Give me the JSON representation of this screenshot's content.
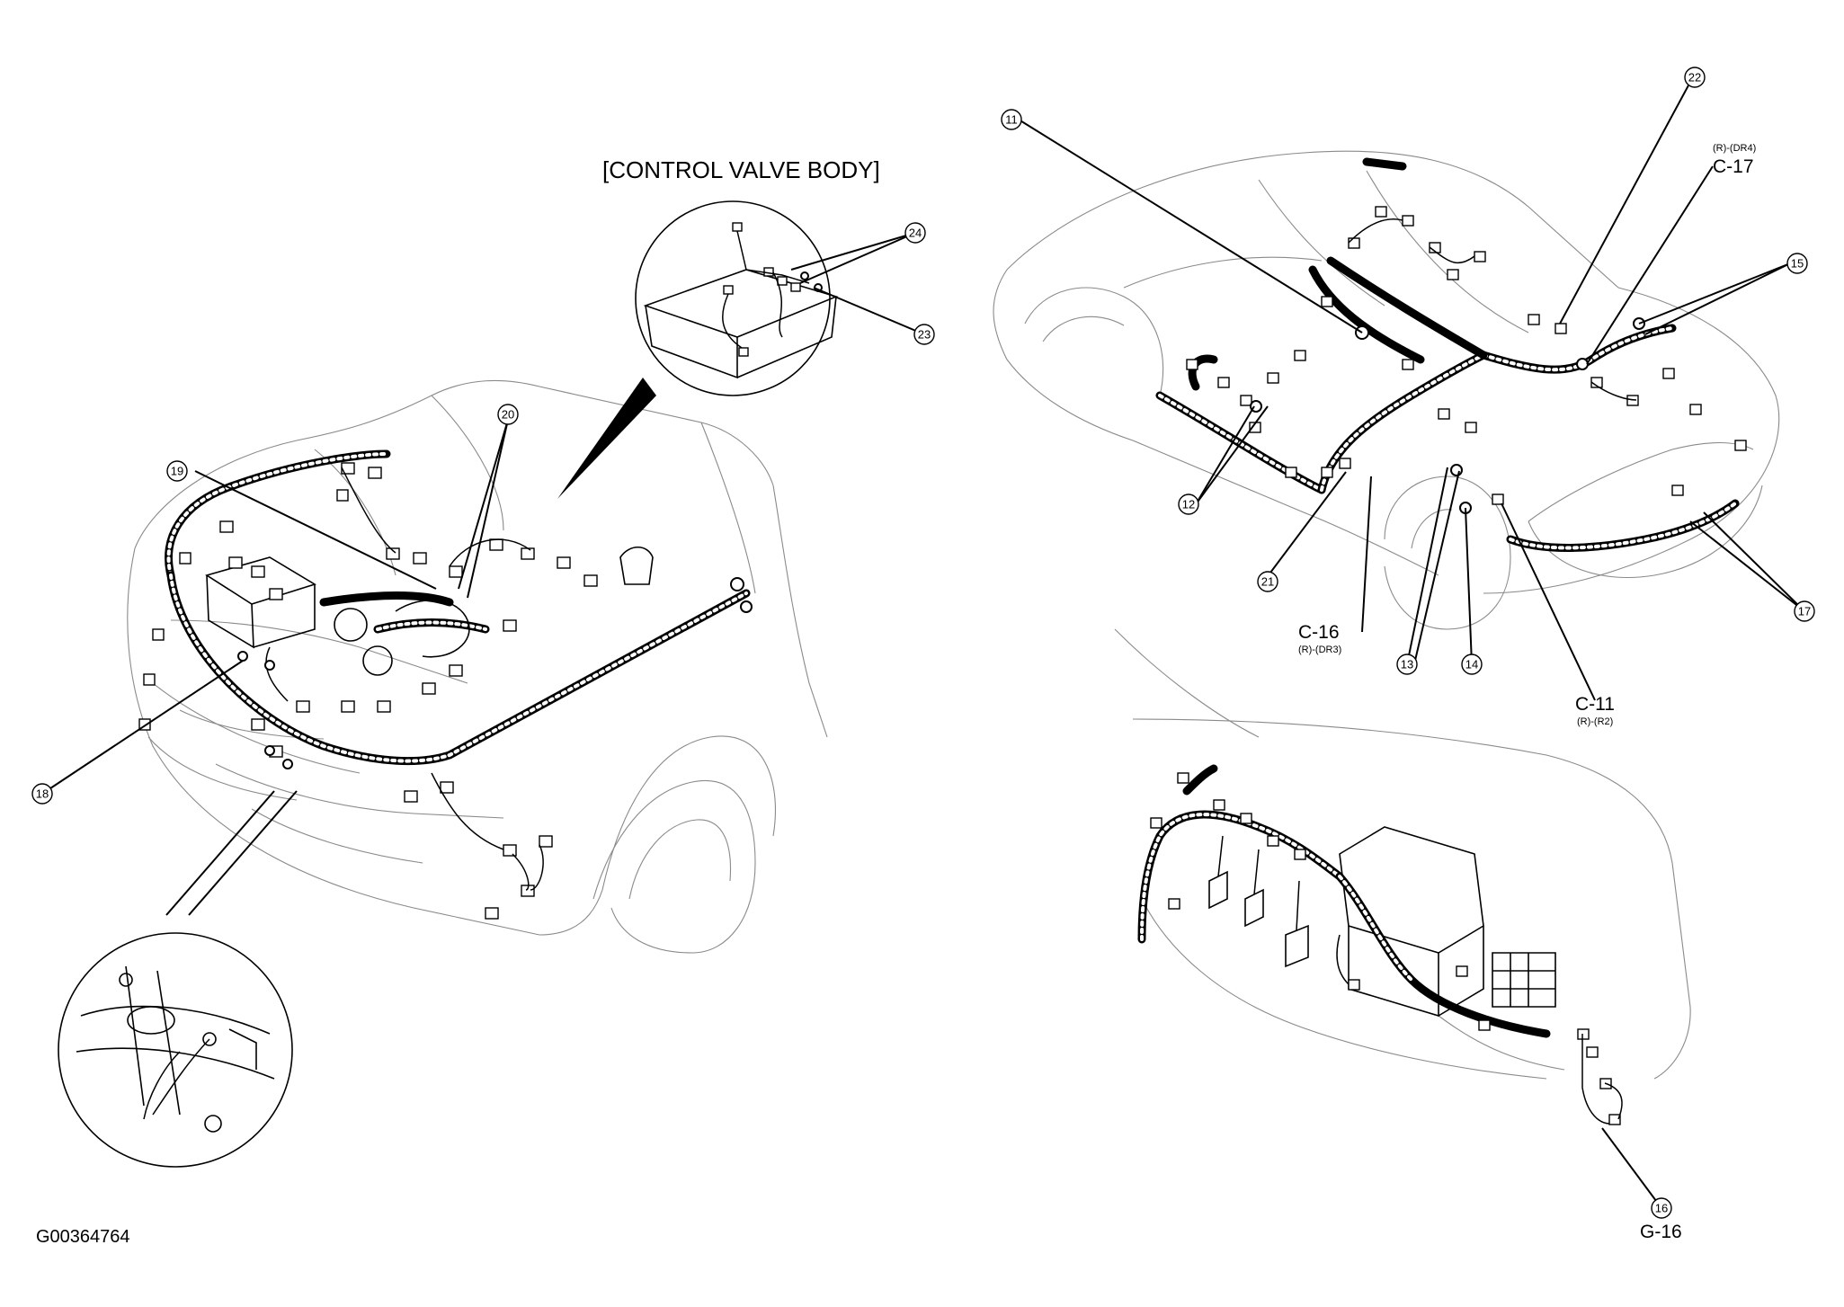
{
  "figure_id": "G00364764",
  "inset_title": "[CONTROL VALVE BODY]",
  "callouts": [
    "11",
    "12",
    "13",
    "14",
    "15",
    "16",
    "17",
    "18",
    "19",
    "20",
    "21",
    "22",
    "23",
    "24"
  ],
  "connectors": {
    "c16": {
      "code": "C-16",
      "sub": "(R)-(DR3)"
    },
    "c17": {
      "code": "C-17",
      "sub": "(R)-(DR4)"
    },
    "c11": {
      "code": "C-11",
      "sub": "(R)-(R2)"
    },
    "g16": {
      "code": "G-16"
    }
  }
}
